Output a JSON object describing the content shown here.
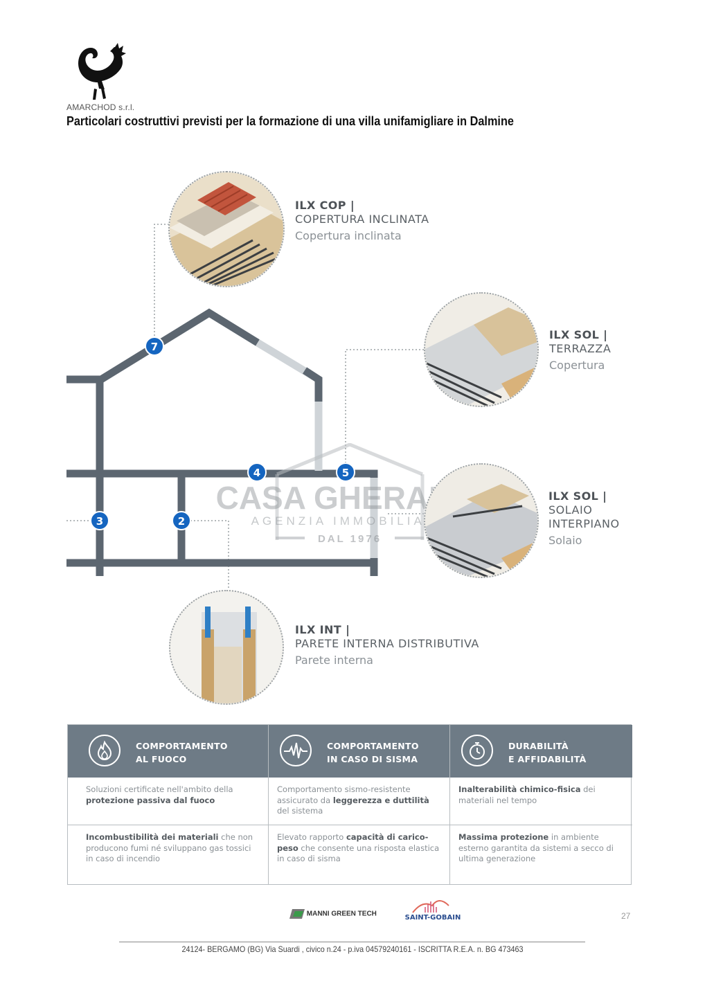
{
  "header": {
    "company": "AMARCHOD s.r.l.",
    "title": "Particolari costruttivi previsti per la formazione di una villa unifamigliare in Dalmine"
  },
  "diagram": {
    "markers": [
      "7",
      "4",
      "5",
      "3",
      "2"
    ],
    "details": [
      {
        "code": "ILX COP |",
        "name_lines": [
          "COPERTURA INCLINATA"
        ],
        "sub": "Copertura inclinata"
      },
      {
        "code": "ILX SOL |",
        "name_lines": [
          "TERRAZZA"
        ],
        "sub": "Copertura"
      },
      {
        "code": "ILX SOL |",
        "name_lines": [
          "SOLAIO",
          "INTERPIANO"
        ],
        "sub": "Solaio"
      },
      {
        "code": "ILX INT |",
        "name_lines": [
          "PARETE INTERNA DISTRIBUTIVA"
        ],
        "sub": "Parete interna"
      }
    ]
  },
  "watermark": {
    "brand": "CASA GHERARDI",
    "tagline": "AGENZIA IMMOBILIARE",
    "since": "DAL 1976"
  },
  "features": [
    {
      "icon": "flame-icon",
      "title_lines": [
        "COMPORTAMENTO",
        "AL FUOCO"
      ],
      "row1": {
        "pre": "Soluzioni certificate nell'ambito della ",
        "bold": "protezione passiva dal fuoco",
        "post": ""
      },
      "row2": {
        "pre": "",
        "bold": "Incombustibilità dei materiali",
        "post": " che non producono fumi né sviluppano gas tossici in caso di incendio"
      }
    },
    {
      "icon": "seismic-wave-icon",
      "title_lines": [
        "COMPORTAMENTO",
        "IN CASO DI SISMA"
      ],
      "row1": {
        "pre": "Comportamento sismo-resistente assicurato da ",
        "bold": "leggerezza e duttilità",
        "post": " del sistema"
      },
      "row2": {
        "pre": "Elevato rapporto ",
        "bold": "capacità di carico-peso",
        "post": " che consente una risposta elastica in caso di sisma"
      }
    },
    {
      "icon": "stopwatch-icon",
      "title_lines": [
        "DURABILITÀ",
        "E AFFIDABILITÀ"
      ],
      "row1": {
        "pre": "",
        "bold": "Inalterabilità chimico-fisica",
        "post": " dei materiali nel tempo"
      },
      "row2": {
        "pre": "",
        "bold": "Massima protezione",
        "post": " in ambiente esterno garantita da sistemi a secco di ultima generazione"
      }
    }
  ],
  "logos": {
    "manni": "MANNI GREEN TECH",
    "saint_gobain": "SAINT-GOBAIN"
  },
  "page_number": "27",
  "footer": "24124- BERGAMO (BG) Via Suardi , civico n.24 - p.iva 04579240161 - ISCRITTA R.E.A. n. BG 473463"
}
